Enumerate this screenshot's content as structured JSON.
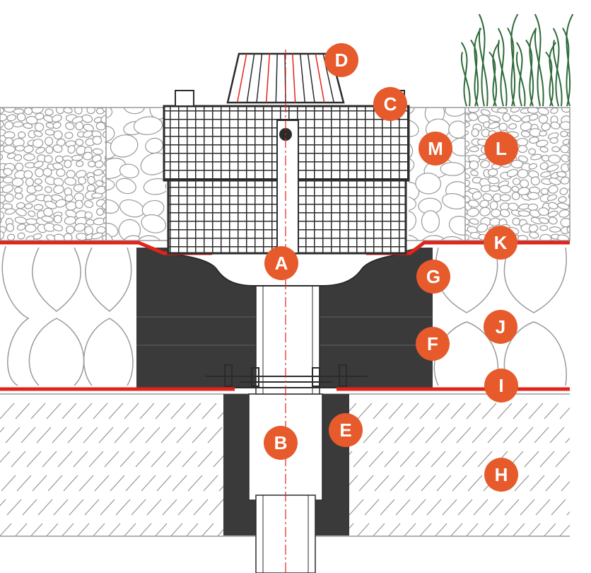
{
  "colors": {
    "background": "#ffffff",
    "membrane": "#e2231a",
    "badge": "#e65a2c",
    "badge_text": "#ffffff",
    "dark_fill": "#3a3a3a",
    "line": "#2b2b2b",
    "gravel_line": "#9a9a9a",
    "grass": "#2e6b3a",
    "hatch": "#8a8a8a"
  },
  "labels": {
    "A": "A",
    "B": "B",
    "C": "C",
    "D": "D",
    "E": "E",
    "F": "F",
    "G": "G",
    "H": "H",
    "I": "I",
    "J": "J",
    "K": "K",
    "L": "L",
    "M": "M"
  }
}
